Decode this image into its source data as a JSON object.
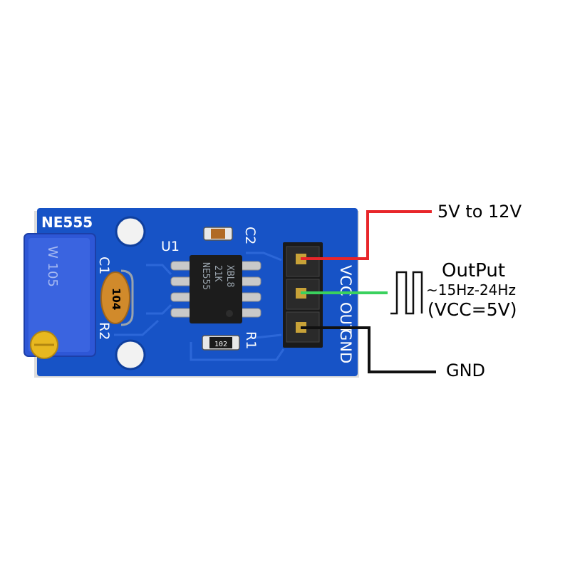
{
  "board": {
    "title": "NE555",
    "u1": "U1",
    "c1": "C1",
    "c2": "C2",
    "r1": "R1",
    "r2": "R2",
    "pins": {
      "vcc": "VCC",
      "out": "OUT",
      "gnd": "GND"
    },
    "chip_lines": [
      "NE555",
      "21K",
      "XBL8"
    ],
    "cap_code": "104",
    "resistor_code": "102",
    "pot_code": "W 105"
  },
  "labels": {
    "vcc_range": "5V to 12V",
    "output_title": "OutPut",
    "output_freq": "~15Hz-24Hz",
    "output_condition": "(VCC=5V)",
    "gnd": "GND"
  },
  "colors": {
    "board": "#1753c6",
    "vcc_wire": "#e8262a",
    "out_wire": "#3ad15e",
    "gnd_wire": "#111111",
    "pot_body": "#2e57d6",
    "screw": "#e8b820"
  },
  "icons": [
    "square-wave-icon"
  ]
}
